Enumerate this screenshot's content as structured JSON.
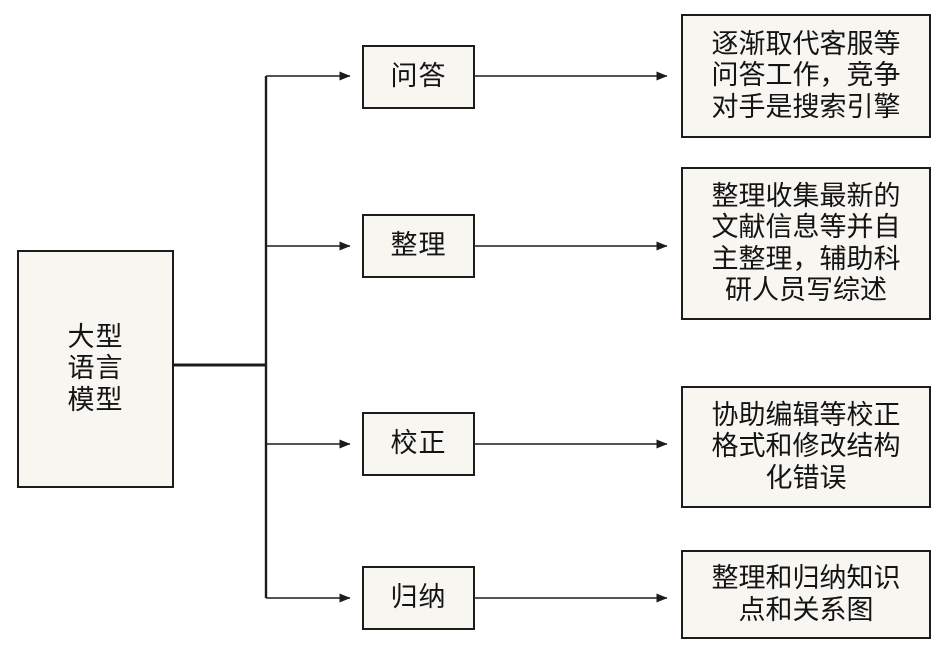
{
  "diagram": {
    "type": "flowchart",
    "direction": "left-to-right",
    "root": {
      "label": "大型\n语言\n模型"
    },
    "branches": [
      {
        "category": "问答",
        "detail": "逐渐取代客服等\n问答工作，竞争\n对手是搜索引擎"
      },
      {
        "category": "整理",
        "detail": "整理收集最新的\n文献信息等并自\n主整理，辅助科\n研人员写综述"
      },
      {
        "category": "校正",
        "detail": "协助编辑等校正\n格式和修改结构\n化错误"
      },
      {
        "category": "归纳",
        "detail": "整理和归纳知识\n点和关系图"
      }
    ],
    "colors": {
      "line": "#1c1c1c",
      "box_fill": "#f7f6f1",
      "box_border": "#1c1c1c",
      "text": "#141414",
      "background": "#ffffff"
    }
  }
}
